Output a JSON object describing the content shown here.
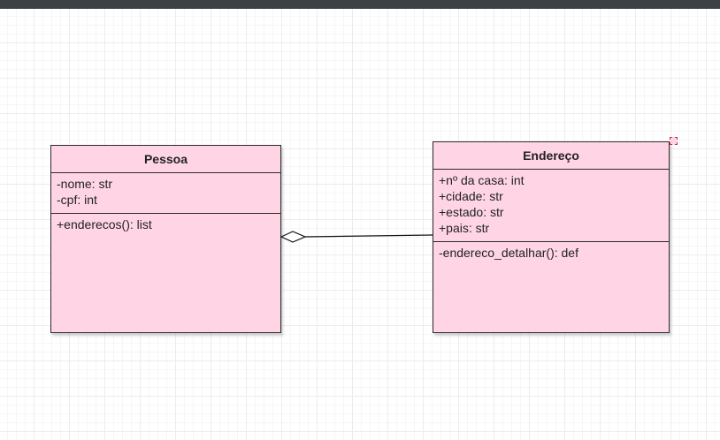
{
  "diagram": {
    "classes": [
      {
        "name": "Pessoa",
        "attributes": [
          "-nome: str",
          "-cpf: int"
        ],
        "methods": [
          "+enderecos(): list"
        ]
      },
      {
        "name": "Endereço",
        "attributes": [
          "+nº da casa: int",
          "+cidade: str",
          "+estado: str",
          "+pais: str"
        ],
        "methods": [
          "-endereco_detalhar(): def"
        ]
      }
    ],
    "relationship": {
      "type": "aggregation",
      "from": "Pessoa",
      "to": "Endereço"
    }
  },
  "colors": {
    "class_fill": "#ffd5e6",
    "class_border": "#2b2b2b",
    "topbar": "#3b4144",
    "grid": "#ececec",
    "selection_handle": "#d0312d"
  }
}
